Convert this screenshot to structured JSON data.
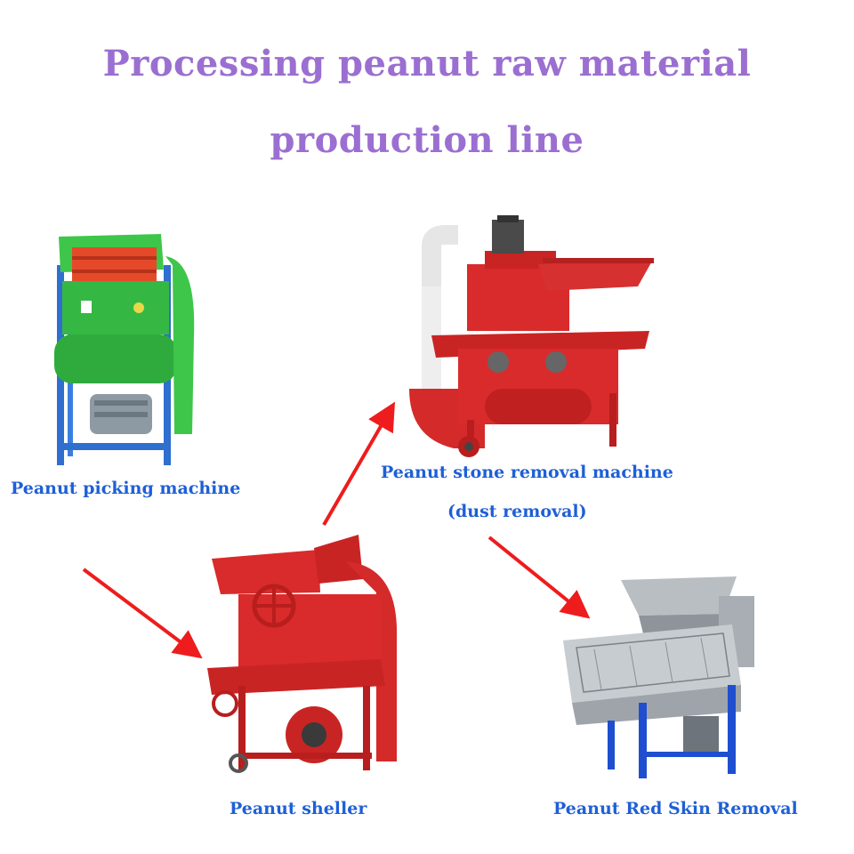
{
  "title": {
    "line1": "Processing peanut raw material",
    "line2": "production line"
  },
  "steps": {
    "picking": {
      "label": "Peanut picking machine",
      "color": "#39b54a"
    },
    "stone": {
      "label_line1": "Peanut stone removal machine",
      "label_line2": "(dust removal)",
      "color": "#d92b2b"
    },
    "sheller": {
      "label": "Peanut sheller",
      "color": "#d92b2b"
    },
    "redskin": {
      "label": "Peanut Red Skin Removal",
      "color": "#9aa0a6"
    }
  },
  "colors": {
    "title": "#9b6fd1",
    "label": "#1e5fd6",
    "arrow": "#ee1c1c"
  }
}
